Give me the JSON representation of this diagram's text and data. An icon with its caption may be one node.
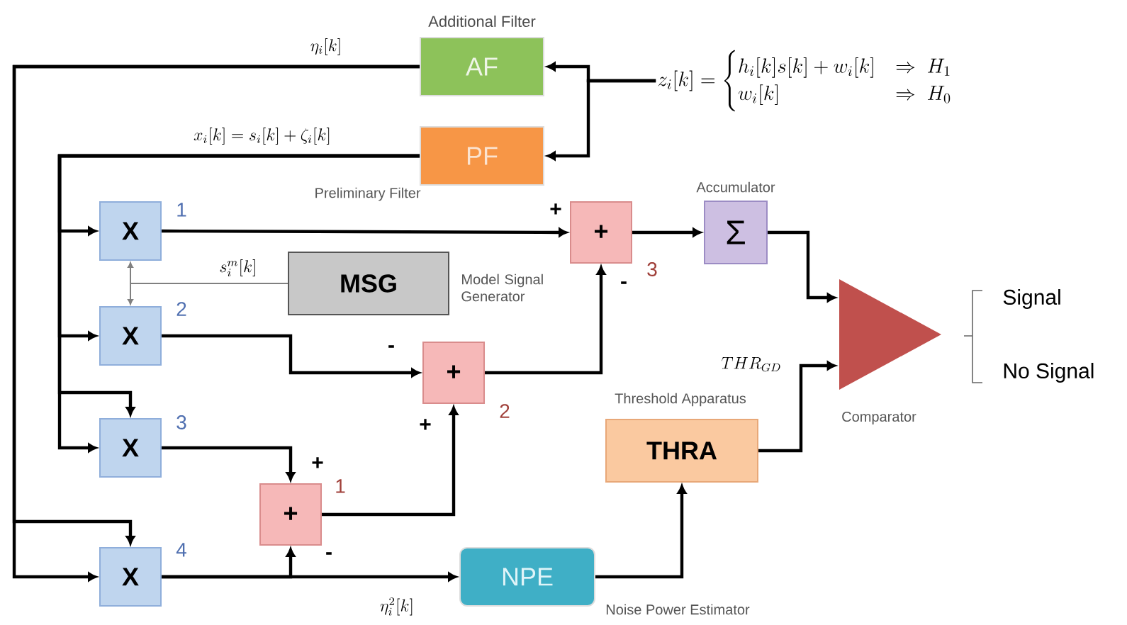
{
  "diagram": {
    "nodes": [
      {
        "text": [
          "Additional Filter",
          "AF"
        ]
      },
      {
        "text": [
          "PF"
        ],
        "beside": [
          "Preliminary Filter"
        ]
      },
      {
        "text": [
          "z_i[k] = \\begin{cases} h_i[k]s[k] + w_i[k] & \\Rightarrow\\ H_1 \\\\ w_i[k] & \\Rightarrow\\ H_0 \\end{cases}"
        ]
      },
      {
        "text": [
          "X"
        ],
        "beside": [
          "1"
        ]
      },
      {
        "text": [
          "MSG"
        ],
        "beside": [
          "Model Signal Generator"
        ]
      },
      {
        "text": [
          "X"
        ],
        "beside": [
          "2"
        ]
      },
      {
        "text": [
          "X"
        ],
        "beside": [
          "3"
        ]
      },
      {
        "text": [
          "X"
        ],
        "beside": [
          "4"
        ]
      },
      {
        "text": [
          "+"
        ],
        "beside": [
          "1"
        ]
      },
      {
        "text": [
          "+"
        ],
        "beside": [
          "2"
        ]
      },
      {
        "text": [
          "+"
        ],
        "beside": [
          "3"
        ]
      },
      {
        "text": [
          "Σ"
        ],
        "beside": [
          "Accumulator"
        ]
      },
      {
        "text": [],
        "shape": "triangle",
        "beside": [
          "Comparator"
        ]
      },
      {
        "text": [
          "THRA"
        ],
        "beside": [
          "Threshold Apparatus"
        ]
      },
      {
        "text": [
          "NPE"
        ],
        "beside": [
          "Noise Power Estimator"
        ]
      }
    ],
    "edges": [
      {
        "from": 2,
        "to": 0,
        "arrow": "to"
      },
      {
        "from": 2,
        "to": 1,
        "arrow": "to"
      },
      {
        "from": 0,
        "to": 7,
        "arrow": "to",
        "label": "\\eta_i[k]"
      },
      {
        "from": 0,
        "to": 7,
        "arrow": "to"
      },
      {
        "from": 1,
        "to": 3,
        "arrow": "to",
        "label": "x_i[k] = s_i[k] + \\zeta_i[k]"
      },
      {
        "from": 1,
        "to": 5,
        "arrow": "to"
      },
      {
        "from": 1,
        "to": 6,
        "arrow": "to"
      },
      {
        "from": 1,
        "to": 6,
        "arrow": "to"
      },
      {
        "from": 4,
        "to": 3,
        "arrow": "to",
        "label": "s_i^m[k]",
        "color": "#808080"
      },
      {
        "from": 4,
        "to": 5,
        "arrow": "to",
        "color": "#808080"
      },
      {
        "from": 3,
        "to": 10,
        "arrow": "to",
        "label": "+"
      },
      {
        "from": 5,
        "to": 9,
        "arrow": "to",
        "label": "-"
      },
      {
        "from": 6,
        "to": 8,
        "arrow": "to",
        "label": "+"
      },
      {
        "from": 7,
        "to": 8,
        "arrow": "to",
        "label": "-"
      },
      {
        "from": 7,
        "to": 14,
        "arrow": "to",
        "label": "\\eta_i^2[k]"
      },
      {
        "from": 8,
        "to": 9,
        "arrow": "to",
        "label": "+"
      },
      {
        "from": 9,
        "to": 10,
        "arrow": "to",
        "label": "-"
      },
      {
        "from": 10,
        "to": 11,
        "arrow": "to"
      },
      {
        "from": 11,
        "to": 12,
        "arrow": "to"
      },
      {
        "from": 13,
        "to": 12,
        "arrow": "to",
        "label": "THR_{GD}"
      },
      {
        "from": 14,
        "to": 13,
        "arrow": "to"
      }
    ],
    "labels": [
      "Signal",
      "No Signal"
    ]
  }
}
